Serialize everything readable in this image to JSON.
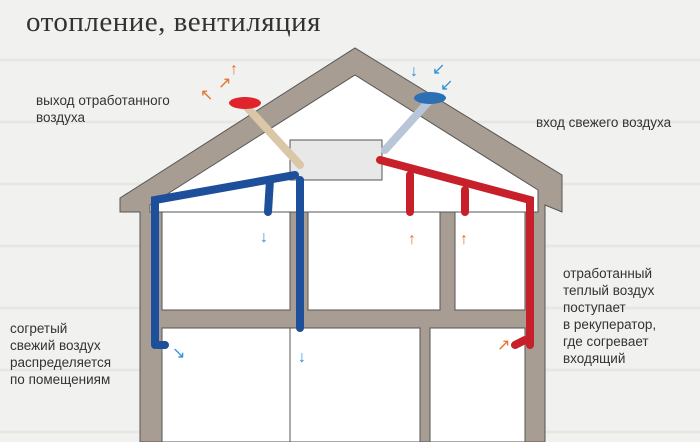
{
  "title": "отопление, вентиляция",
  "labels": {
    "exhaust_out": [
      "выход отработанного",
      "воздуха"
    ],
    "fresh_in": "вход свежего воздуха",
    "warm_exhaust": [
      "отработанный",
      "теплый воздух",
      "поступает",
      "в рекуператор,",
      "где согревает",
      "входящий"
    ],
    "heated_fresh": [
      "согретый",
      "свежий воздух",
      "распределяется",
      "по помещениям"
    ]
  },
  "colors": {
    "warm": "#c8202a",
    "cold": "#1e4f9a",
    "wall": "#a89d92",
    "exhaust_cap": "#e0242c",
    "intake_cap": "#2d6fb5"
  }
}
